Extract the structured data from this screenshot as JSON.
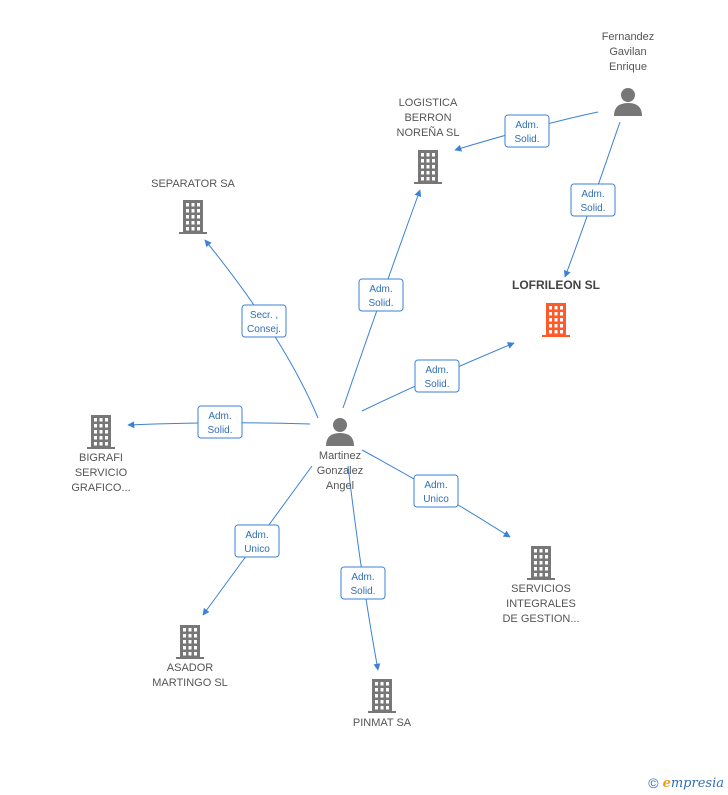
{
  "colors": {
    "edge": "#3b82d6",
    "company": "#777777",
    "company_focus": "#ff5a2a",
    "person": "#777777"
  },
  "nodes": [
    {
      "id": "fernandez",
      "type": "person",
      "lines": [
        "Fernandez",
        "Gavilan",
        "Enrique"
      ]
    },
    {
      "id": "logistica",
      "type": "company",
      "lines": [
        "LOGISTICA",
        "BERRON",
        "NOREÑA SL"
      ]
    },
    {
      "id": "separator",
      "type": "company",
      "lines": [
        "SEPARATOR SA"
      ]
    },
    {
      "id": "lofrileon",
      "type": "company_focus",
      "lines": [
        "LOFRILEON SL"
      ]
    },
    {
      "id": "martinez",
      "type": "person",
      "lines": [
        "Martinez",
        "Gonzalez",
        "Angel"
      ]
    },
    {
      "id": "bigrafi",
      "type": "company",
      "lines": [
        "BIGRAFI",
        "SERVICIO",
        "GRAFICO..."
      ]
    },
    {
      "id": "servicios",
      "type": "company",
      "lines": [
        "SERVICIOS",
        "INTEGRALES",
        "DE GESTION..."
      ]
    },
    {
      "id": "asador",
      "type": "company",
      "lines": [
        "ASADOR",
        "MARTINGO SL"
      ]
    },
    {
      "id": "pinmat",
      "type": "company",
      "lines": [
        "PINMAT SA"
      ]
    }
  ],
  "edges": [
    {
      "from": "fernandez",
      "to": "logistica",
      "label": [
        "Adm.",
        "Solid."
      ]
    },
    {
      "from": "fernandez",
      "to": "lofrileon",
      "label": [
        "Adm.",
        "Solid."
      ]
    },
    {
      "from": "martinez",
      "to": "separator",
      "label": [
        "Secr. ,",
        "Consej."
      ]
    },
    {
      "from": "martinez",
      "to": "logistica",
      "label": [
        "Adm.",
        "Solid."
      ]
    },
    {
      "from": "martinez",
      "to": "lofrileon",
      "label": [
        "Adm.",
        "Solid."
      ]
    },
    {
      "from": "martinez",
      "to": "bigrafi",
      "label": [
        "Adm.",
        "Solid."
      ]
    },
    {
      "from": "martinez",
      "to": "servicios",
      "label": [
        "Adm.",
        "Unico"
      ]
    },
    {
      "from": "martinez",
      "to": "asador",
      "label": [
        "Adm.",
        "Unico"
      ]
    },
    {
      "from": "martinez",
      "to": "pinmat",
      "label": [
        "Adm.",
        "Solid."
      ]
    }
  ],
  "footer": {
    "copyright": "©",
    "brand_initial": "e",
    "brand_rest": "mpresia"
  }
}
